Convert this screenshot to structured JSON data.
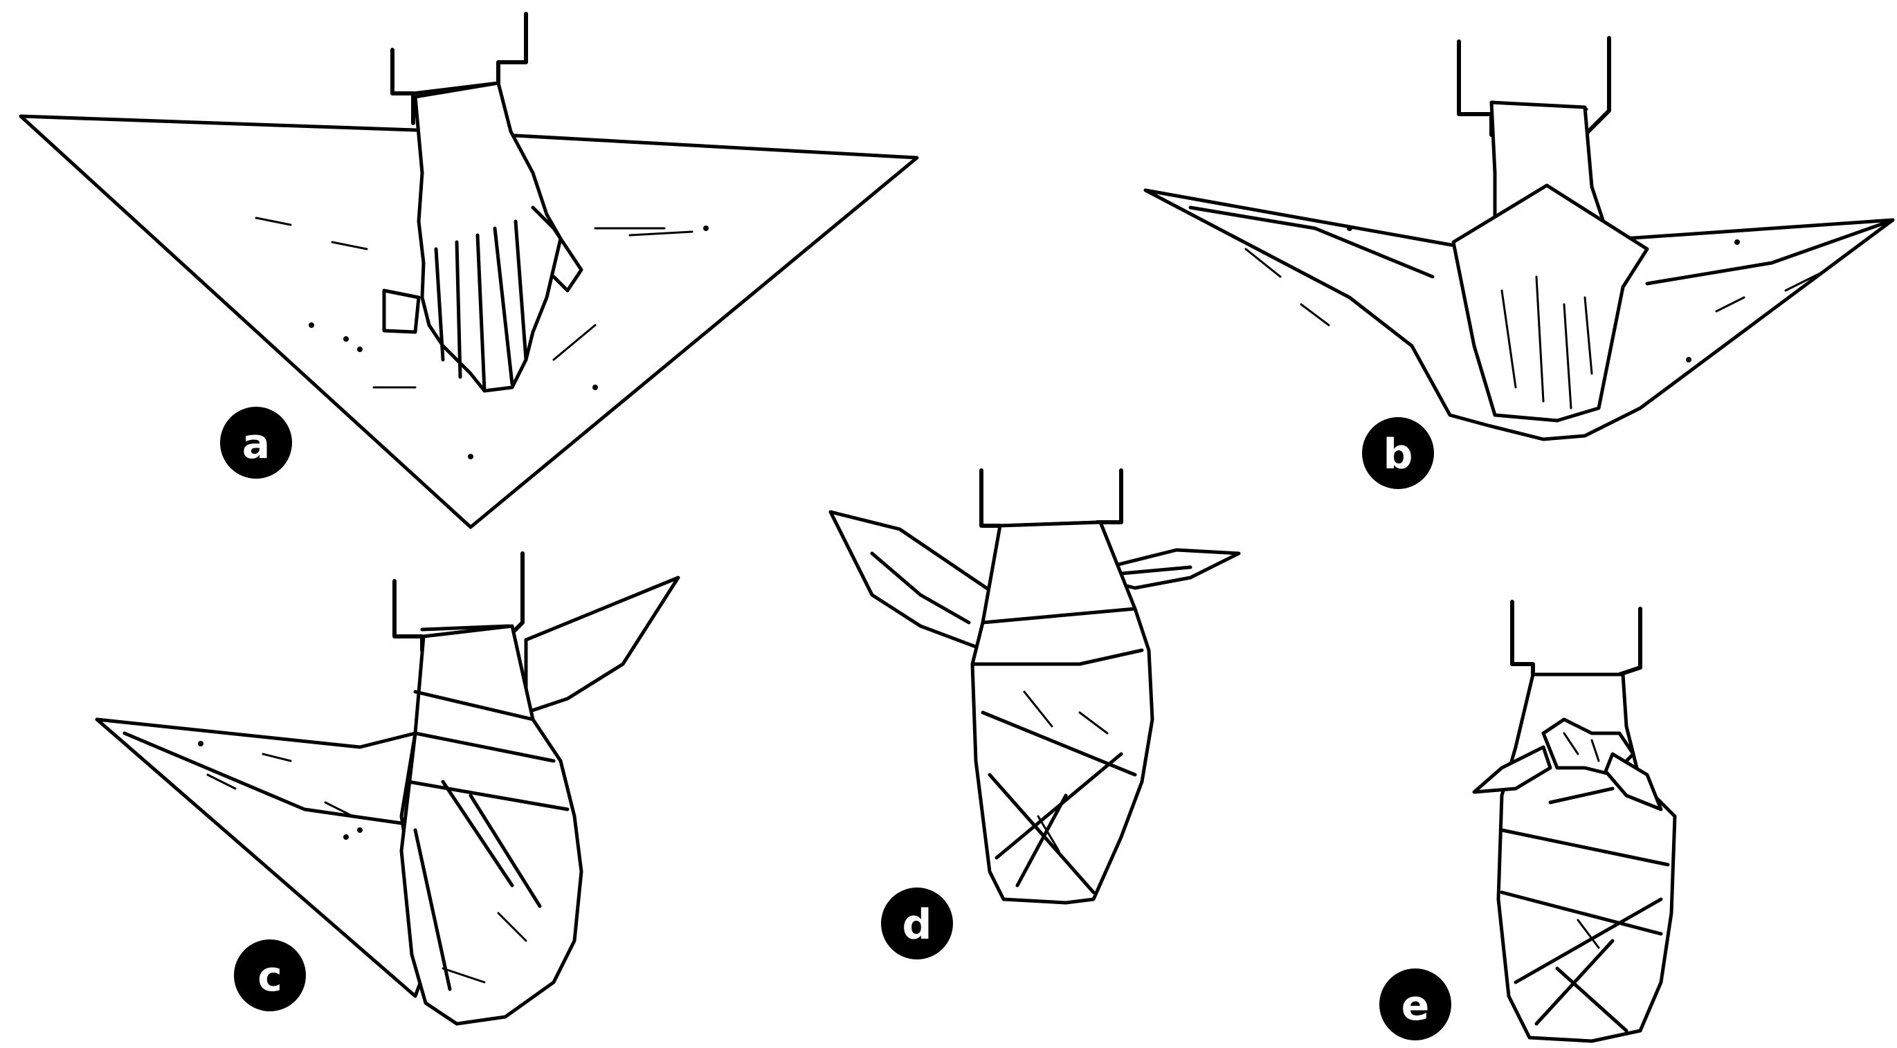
{
  "steps": [
    {
      "id": "a",
      "label": "a"
    },
    {
      "id": "b",
      "label": "b"
    },
    {
      "id": "c",
      "label": "c"
    },
    {
      "id": "d",
      "label": "d"
    },
    {
      "id": "e",
      "label": "e"
    }
  ],
  "colors": {
    "ink": "#000000",
    "paper": "#ffffff"
  }
}
